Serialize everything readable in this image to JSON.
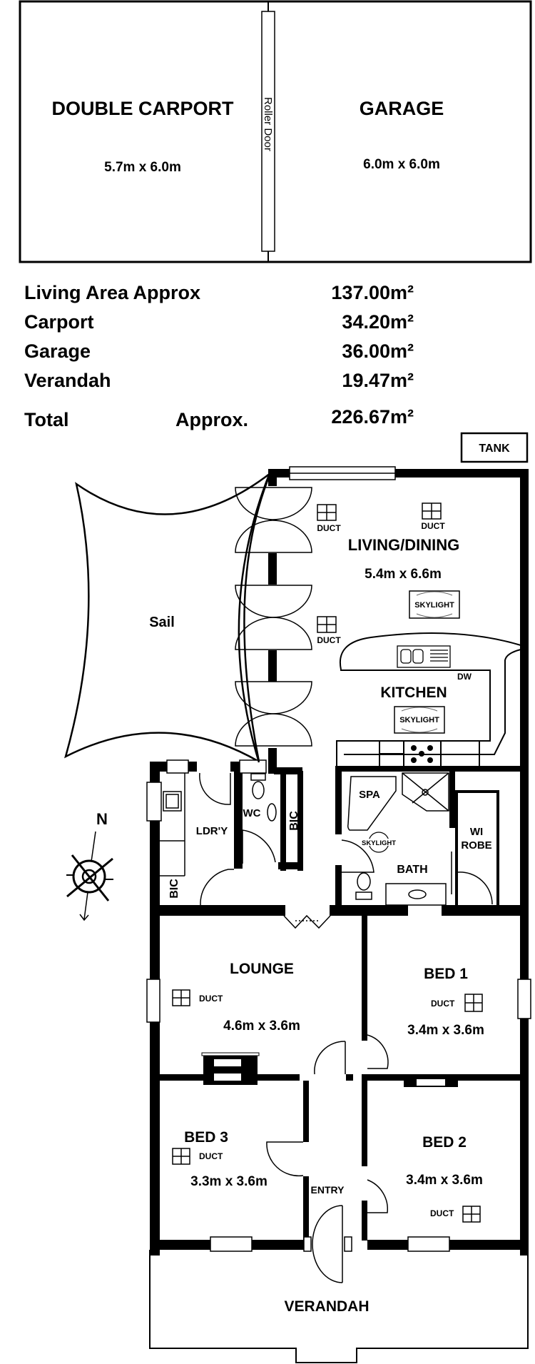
{
  "plan": {
    "outbuildings": {
      "carport": {
        "name": "DOUBLE CARPORT",
        "size": "5.7m x 6.0m"
      },
      "garage": {
        "name": "GARAGE",
        "size": "6.0m x 6.0m"
      },
      "roller_door": "Roller Door"
    },
    "areas": {
      "rows": [
        {
          "label": "Living Area Approx",
          "value": "137.00m²"
        },
        {
          "label": "Carport",
          "value": "34.20m²"
        },
        {
          "label": "Garage",
          "value": "36.00m²"
        },
        {
          "label": "Verandah",
          "value": "19.47m²"
        }
      ],
      "total": {
        "label": "Total",
        "qualifier": "Approx.",
        "value": "226.67m²"
      }
    },
    "tank": "TANK",
    "sail": "Sail",
    "compass": {
      "north": "N"
    },
    "rooms": {
      "living": {
        "name": "LIVING/DINING",
        "size": "5.4m x 6.6m"
      },
      "kitchen": {
        "name": "KITCHEN",
        "dw": "DW"
      },
      "laundry": {
        "name": "LDR'Y"
      },
      "wc": {
        "name": "WC"
      },
      "bic_wc": "BIC",
      "bic_ldry": "BIC",
      "spa": "SPA",
      "bath": "BATH",
      "robe_line1": "WI",
      "robe_line2": "ROBE",
      "lounge": {
        "name": "LOUNGE",
        "size": "4.6m x 3.6m"
      },
      "bed1": {
        "name": "BED 1",
        "size": "3.4m x 3.6m"
      },
      "bed2": {
        "name": "BED 2",
        "size": "3.4m x 3.6m"
      },
      "bed3": {
        "name": "BED 3",
        "size": "3.3m x 3.6m"
      },
      "entry": "ENTRY",
      "verandah": "VERANDAH"
    },
    "labels": {
      "duct": "DUCT",
      "skylight": "SKYLIGHT"
    }
  }
}
